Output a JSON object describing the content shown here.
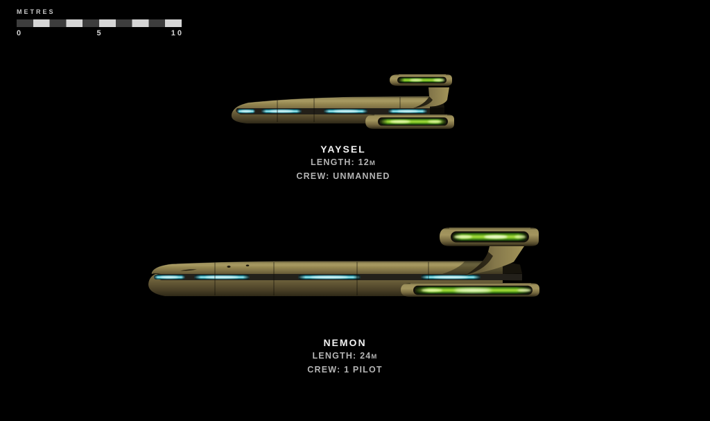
{
  "scale_bar": {
    "unit_label": "METRES",
    "tick_labels": [
      "0",
      "5",
      "10"
    ],
    "segment_count": 10
  },
  "ships": [
    {
      "id": "yaysel",
      "name": "YAYSEL",
      "length_label": "LENGTH: 12",
      "length_unit": "M",
      "crew_label": "CREW: UNMANNED"
    },
    {
      "id": "nemon",
      "name": "NEMON",
      "length_label": "LENGTH: 24",
      "length_unit": "M",
      "crew_label": "CREW: 1 PILOT"
    }
  ],
  "palette": {
    "background": "#000000",
    "scale_dark": "#3d3d3d",
    "scale_light": "#d6d6d6",
    "text_bright": "#f2f2f2",
    "text_dim": "#b4b4b4",
    "hull_gold": "#94864f",
    "glow_green": "#9ed63b",
    "glow_cyan": "#5fd8e4"
  }
}
